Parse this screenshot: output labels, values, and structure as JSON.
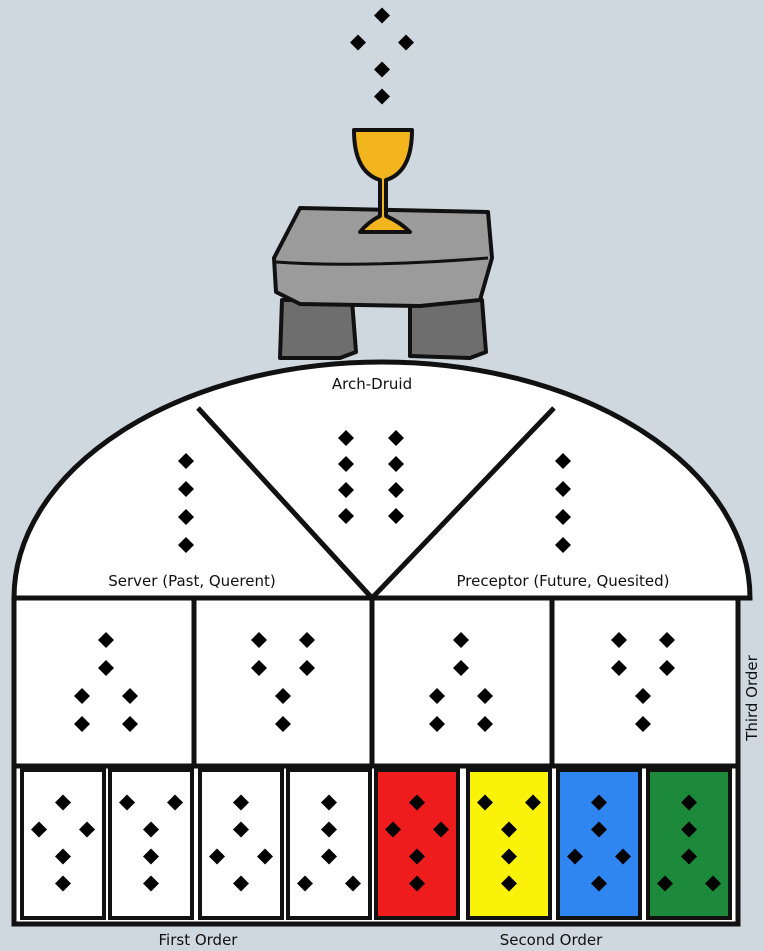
{
  "labels": {
    "arch_druid": "Arch-Druid",
    "server": "Server (Past, Querent)",
    "preceptor": "Preceptor (Future, Quesited)",
    "third_order": "Third Order",
    "first_order": "First Order",
    "second_order": "Second Order"
  },
  "colors": {
    "background": "#cfd8df",
    "chalice": "#f2b51e",
    "altar_top": "#9b9b9b",
    "altar_legs": "#6e6e6e",
    "second_order_cards": [
      "#ee1c1c",
      "#fbf20a",
      "#2f86f0",
      "#1c8a3a"
    ]
  },
  "figures": {
    "sky": [
      1,
      2,
      1,
      1
    ],
    "arch_druid": [
      2,
      2,
      2,
      2
    ],
    "server": [
      1,
      1,
      1,
      1
    ],
    "preceptor": [
      1,
      1,
      1,
      1
    ],
    "third_order": [
      [
        1,
        1,
        2,
        2
      ],
      [
        2,
        2,
        1,
        1
      ],
      [
        1,
        1,
        2,
        2
      ],
      [
        2,
        2,
        1,
        1
      ]
    ],
    "first_order": [
      [
        1,
        2,
        1,
        1
      ],
      [
        2,
        1,
        1,
        1
      ],
      [
        1,
        1,
        2,
        1
      ],
      [
        1,
        1,
        1,
        2
      ]
    ],
    "second_order": [
      [
        1,
        2,
        1,
        1
      ],
      [
        2,
        1,
        1,
        1
      ],
      [
        1,
        1,
        2,
        1
      ],
      [
        1,
        1,
        1,
        2
      ]
    ]
  }
}
